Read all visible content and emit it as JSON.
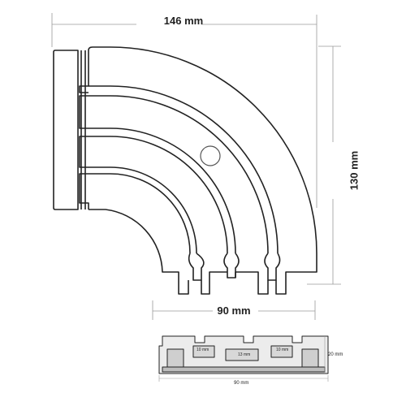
{
  "dimensions": {
    "top_width": "146 mm",
    "right_height": "130 mm",
    "bottom_width": "90 mm"
  },
  "cross_section": {
    "label_10mm_left": "10 mm",
    "label_13mm": "13 mm",
    "label_10mm_right": "10 mm",
    "label_height": "20 mm",
    "label_width": "90 mm"
  },
  "colors": {
    "line": "#222222",
    "dim_line": "#9a9a9a",
    "fill_profile": "#d0d0d0"
  }
}
